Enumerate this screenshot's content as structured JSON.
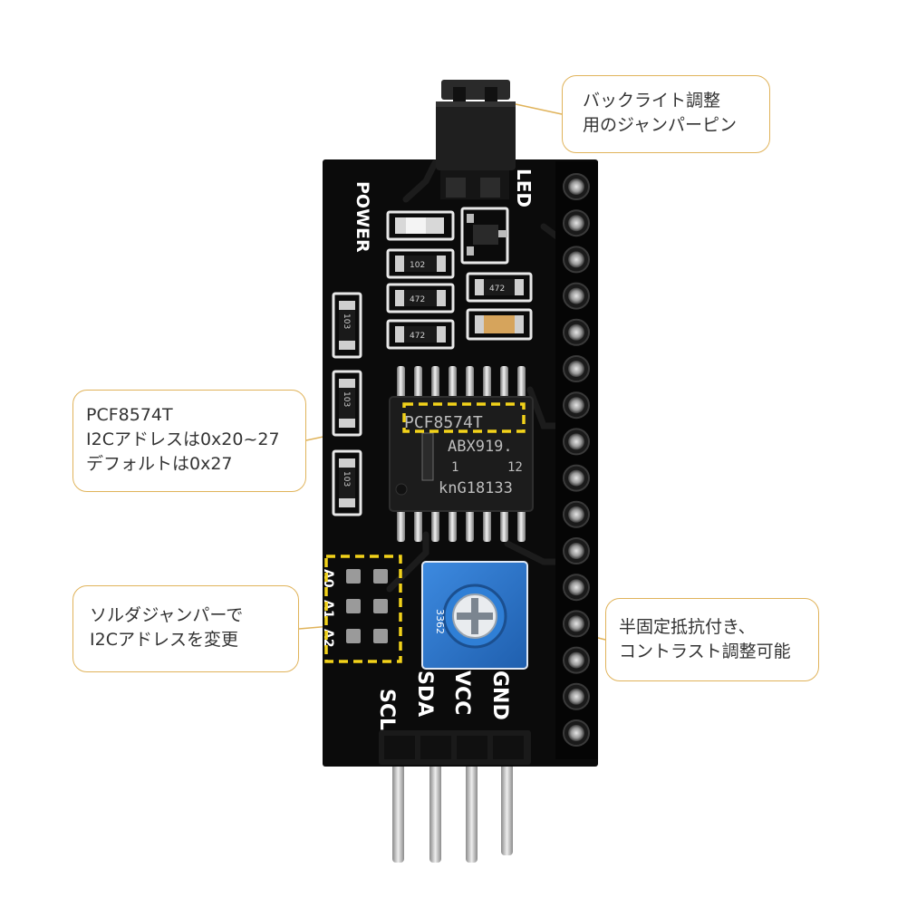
{
  "callouts": {
    "backlight": {
      "line1": "バックライト調整",
      "line2": "用のジャンパーピン"
    },
    "pcf": {
      "line1": "PCF8574T",
      "line2": "I2Cアドレスは0x20~27",
      "line3": "デフォルトは0x27"
    },
    "solder": {
      "line1": "ソルダジャンパーで",
      "line2": "I2Cアドレスを変更"
    },
    "pot": {
      "line1": "半固定抵抗付き、",
      "line2": "コントラスト調整可能"
    }
  },
  "board": {
    "led_label": "LED",
    "power_label": "POWER",
    "pins": {
      "scl": "SCL",
      "sda": "SDA",
      "vcc": "VCC",
      "gnd": "GND"
    },
    "addr": {
      "a0": "A0",
      "a1": "A1",
      "a2": "A2"
    },
    "resistors": {
      "r_top_102": "102",
      "r_472_a": "472",
      "r_472_b": "472",
      "r_472_c": "472",
      "r_left_103a": "103",
      "r_left_103b": "103",
      "r_left_103c": "103"
    },
    "pot_marking": "3362",
    "chip": {
      "line1": "PCF8574T",
      "line2": "ABX919.",
      "line3_a": "1",
      "line3_b": "12",
      "line4": "knG18133"
    }
  },
  "colors": {
    "pcb": "#0b0b0b",
    "accent": "#e0b35a",
    "highlight": "#f2d21a",
    "pot_blue": "#2a78d2"
  }
}
